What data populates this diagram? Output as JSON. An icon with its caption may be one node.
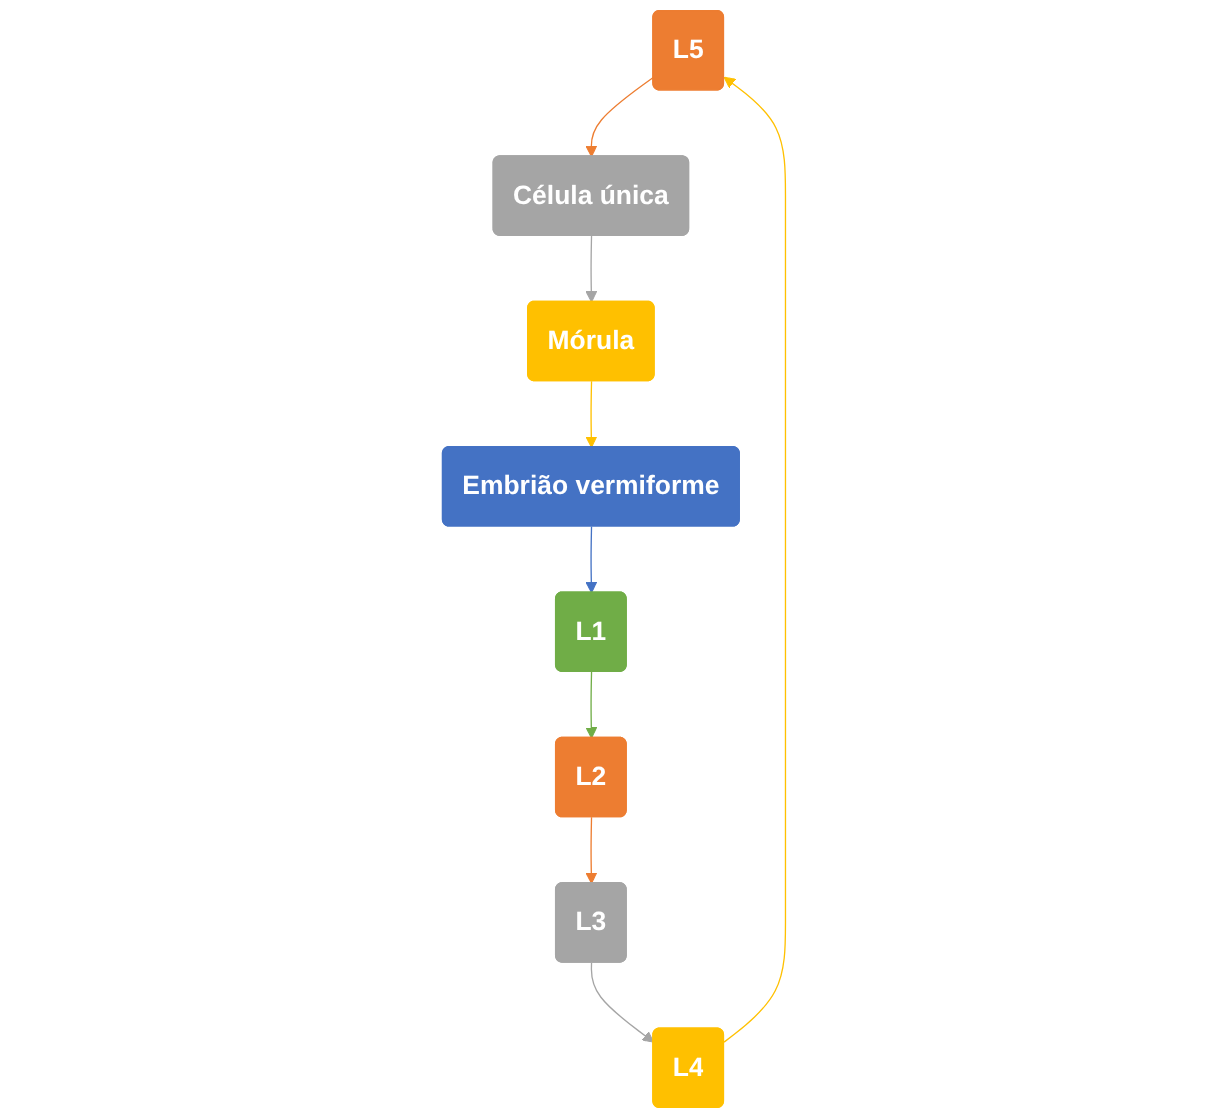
{
  "diagram": {
    "nodes": [
      {
        "text": [
          "L5"
        ]
      },
      {
        "text": [
          "Célula única"
        ]
      },
      {
        "text": [
          "Mórula"
        ]
      },
      {
        "text": [
          "Embrião vermiforme"
        ]
      },
      {
        "text": [
          "L1"
        ]
      },
      {
        "text": [
          "L2"
        ]
      },
      {
        "text": [
          "L3"
        ]
      },
      {
        "text": [
          "L4"
        ]
      }
    ],
    "edges": [
      {
        "from": 0,
        "to": 1,
        "arrow": "to",
        "color": "#ed7d31"
      },
      {
        "from": 1,
        "to": 2,
        "arrow": "to",
        "color": "#a5a5a5"
      },
      {
        "from": 2,
        "to": 3,
        "arrow": "to",
        "color": "#ffc000"
      },
      {
        "from": 3,
        "to": 4,
        "arrow": "to",
        "color": "#4472c4"
      },
      {
        "from": 4,
        "to": 5,
        "arrow": "to",
        "color": "#70ad47"
      },
      {
        "from": 5,
        "to": 6,
        "arrow": "to",
        "color": "#ed7d31"
      },
      {
        "from": 6,
        "to": 7,
        "arrow": "to",
        "color": "#a5a5a5"
      },
      {
        "from": 7,
        "to": 0,
        "arrow": "to",
        "color": "#ffc000"
      }
    ]
  }
}
